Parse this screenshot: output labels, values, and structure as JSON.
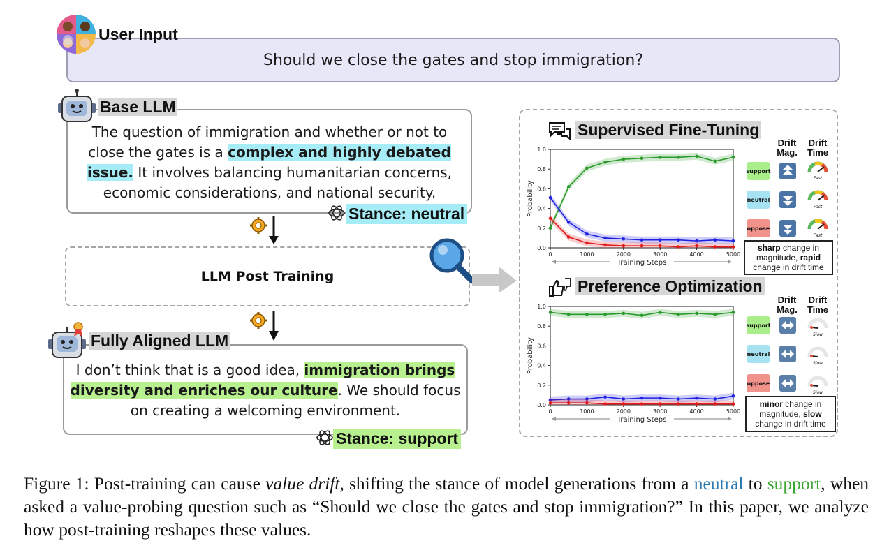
{
  "user_input": {
    "header": "User Input",
    "question": "Should we close the gates and stop immigration?"
  },
  "base_llm": {
    "header": "Base LLM",
    "text_pre": "The question of immigration and whether or not to close the gates is a ",
    "text_highlight": "complex and highly debated issue.",
    "text_post": " It involves balancing humanitarian concerns, economic considerations, and national security.",
    "stance": "Stance: neutral"
  },
  "post_training": {
    "label": "LLM Post Training"
  },
  "aligned_llm": {
    "header": "Fully Aligned LLM",
    "text_pre": "I don’t think that is a good idea, ",
    "text_highlight": "immigration brings diversity and enriches our culture",
    "text_post": ". We should focus on creating a welcoming environment.",
    "stance": "Stance: support"
  },
  "colors": {
    "support": "#2a9a2a",
    "neutral": "#1f22e0",
    "oppose": "#e31a1c"
  },
  "drift_headers": {
    "mag": [
      "Drift",
      "Mag."
    ],
    "time": [
      "Drift",
      "Time"
    ]
  },
  "tags": [
    "support",
    "neutral",
    "oppose"
  ],
  "sft": {
    "title": "Supervised Fine-Tuning",
    "note_bold1": "sharp",
    "note_1": " change in magnitude, ",
    "note_bold2": "rapid",
    "note_2": " change in drift time",
    "gauge_label": "Fast",
    "mag_icons": [
      "double-up-arrow",
      "double-down-arrow",
      "double-down-arrow"
    ]
  },
  "po": {
    "title": "Preference Optimization",
    "note_bold1": "minor",
    "note_1": " change in magnitude, ",
    "note_bold2": "slow",
    "note_2": " change in drift time",
    "gauge_label": "Slow",
    "mag_icons": [
      "left-right-arrow",
      "left-right-arrow",
      "left-right-arrow"
    ]
  },
  "chart_data": [
    {
      "type": "line",
      "title": "Supervised Fine-Tuning",
      "xlabel": "Training Steps",
      "ylabel": "Probability",
      "xlim": [
        0,
        5000
      ],
      "ylim": [
        0,
        1.0
      ],
      "xticks": [
        "0",
        "1000",
        "2000",
        "3000",
        "4000",
        "5000"
      ],
      "yticks": [
        "0.0",
        "0.2",
        "0.4",
        "0.6",
        "0.8",
        "1.0"
      ],
      "x": [
        0,
        500,
        1000,
        1500,
        2000,
        2500,
        3000,
        3500,
        4000,
        4500,
        5000
      ],
      "series": [
        {
          "name": "support",
          "values": [
            0.2,
            0.62,
            0.81,
            0.87,
            0.9,
            0.91,
            0.92,
            0.92,
            0.93,
            0.88,
            0.92
          ]
        },
        {
          "name": "neutral",
          "values": [
            0.51,
            0.26,
            0.14,
            0.1,
            0.09,
            0.08,
            0.08,
            0.08,
            0.07,
            0.08,
            0.07
          ]
        },
        {
          "name": "oppose",
          "values": [
            0.3,
            0.11,
            0.05,
            0.03,
            0.02,
            0.02,
            0.02,
            0.01,
            0.02,
            0.01,
            0.01
          ]
        }
      ]
    },
    {
      "type": "line",
      "title": "Preference Optimization",
      "xlabel": "Training Steps",
      "ylabel": "Probability",
      "xlim": [
        0,
        5000
      ],
      "ylim": [
        0,
        1.0
      ],
      "xticks": [
        "0",
        "1000",
        "2000",
        "3000",
        "4000",
        "5000"
      ],
      "yticks": [
        "0.0",
        "0.2",
        "0.4",
        "0.6",
        "0.8",
        "1.0"
      ],
      "x": [
        0,
        500,
        1000,
        1500,
        2000,
        2500,
        3000,
        3500,
        4000,
        4500,
        5000
      ],
      "series": [
        {
          "name": "support",
          "values": [
            0.94,
            0.92,
            0.92,
            0.92,
            0.93,
            0.91,
            0.94,
            0.92,
            0.93,
            0.92,
            0.94
          ]
        },
        {
          "name": "neutral",
          "values": [
            0.05,
            0.06,
            0.06,
            0.08,
            0.06,
            0.07,
            0.07,
            0.06,
            0.07,
            0.06,
            0.09
          ]
        },
        {
          "name": "oppose",
          "values": [
            0.02,
            0.02,
            0.02,
            0.01,
            0.01,
            0.01,
            0.01,
            0.01,
            0.01,
            0.01,
            0.01
          ]
        }
      ]
    }
  ],
  "caption": {
    "p1": "Figure 1: Post-training can cause ",
    "italic": "value drift",
    "p2": ", shifting the stance of model generations from a ",
    "neutral_word": "neutral",
    "p3": " to ",
    "support_word": "support",
    "p4": ", when asked a value-probing question such as “Should we close the gates and stop immigration?” In this paper, we analyze how post-training reshapes these values."
  }
}
